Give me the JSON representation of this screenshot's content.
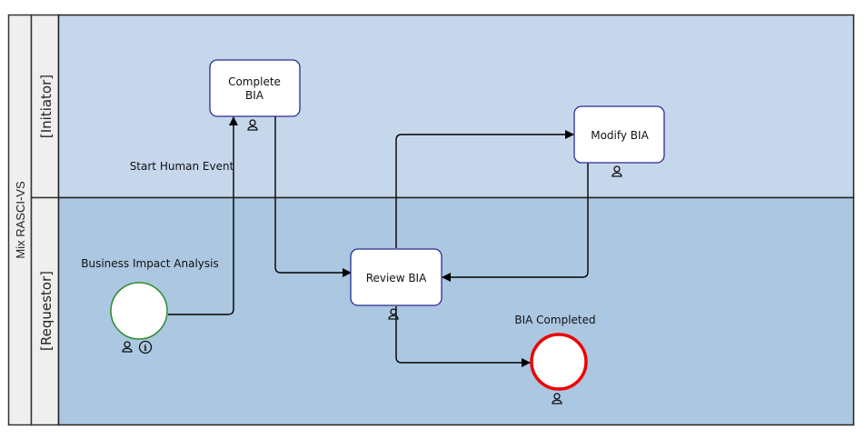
{
  "pool": {
    "label": "Mix RASCI-VS"
  },
  "lanes": [
    {
      "id": "initiator",
      "label": "[Initiator]",
      "color": "#c6d7ec"
    },
    {
      "id": "requestor",
      "label": "[Requestor]",
      "color": "#abc7e1"
    }
  ],
  "start_event": {
    "label": "Business Impact Analysis",
    "stroke": "#2e8b2e",
    "icons": [
      "person-icon",
      "info-icon"
    ]
  },
  "annotation": {
    "label": "Start Human Event"
  },
  "tasks": [
    {
      "id": "complete-bia",
      "label_line1": "Complete",
      "label_line2": "BIA",
      "stroke": "#2b2b8f"
    },
    {
      "id": "review-bia",
      "label": "Review BIA",
      "stroke": "#2b2b8f"
    },
    {
      "id": "modify-bia",
      "label": "Modify BIA",
      "stroke": "#2b2b8f"
    }
  ],
  "end_event": {
    "label": "BIA Completed",
    "stroke": "#ee0000"
  },
  "connections": [
    {
      "from": "Business Impact Analysis",
      "to": "Complete BIA"
    },
    {
      "from": "Complete BIA",
      "to": "Review BIA"
    },
    {
      "from": "Review BIA",
      "to": "Modify BIA"
    },
    {
      "from": "Modify BIA",
      "to": "Review BIA"
    },
    {
      "from": "Review BIA",
      "to": "BIA Completed"
    }
  ]
}
